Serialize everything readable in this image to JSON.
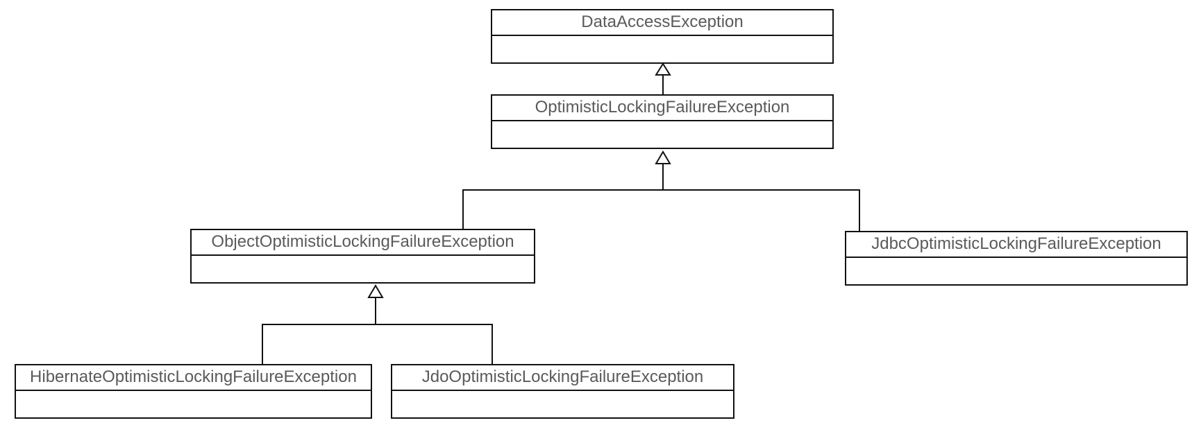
{
  "diagram": {
    "type": "UML class hierarchy",
    "classes": [
      {
        "id": "dae",
        "name": "DataAccessException"
      },
      {
        "id": "olfe",
        "name": "OptimisticLockingFailureException"
      },
      {
        "id": "oolfe",
        "name": "ObjectOptimisticLockingFailureException"
      },
      {
        "id": "jdbc",
        "name": "JdbcOptimisticLockingFailureException"
      },
      {
        "id": "hib",
        "name": "HibernateOptimisticLockingFailureException"
      },
      {
        "id": "jdo",
        "name": "JdoOptimisticLockingFailureException"
      }
    ],
    "generalizations": [
      {
        "child": "olfe",
        "parent": "dae"
      },
      {
        "child": "oolfe",
        "parent": "olfe"
      },
      {
        "child": "jdbc",
        "parent": "olfe"
      },
      {
        "child": "hib",
        "parent": "oolfe"
      },
      {
        "child": "jdo",
        "parent": "oolfe"
      }
    ],
    "colors": {
      "line": "#111111",
      "text": "#5a5a5a",
      "background": "#ffffff"
    }
  }
}
